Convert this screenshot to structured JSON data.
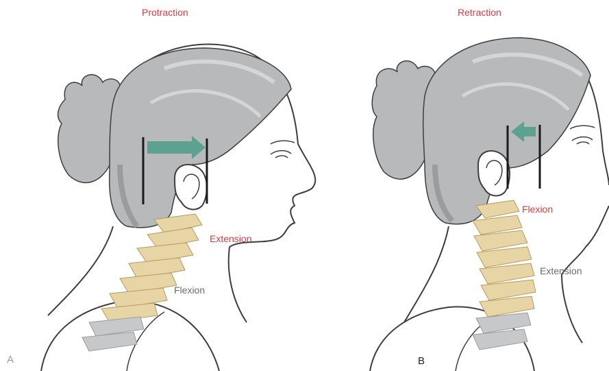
{
  "panel_a": {
    "title": "Protraction",
    "label_red": "Extension",
    "label_gray": "Flexion",
    "letter": "A",
    "arrow_direction": "right"
  },
  "panel_b": {
    "title": "Retraction",
    "label_red": "Flexion",
    "label_gray": "Extension",
    "letter": "B",
    "arrow_direction": "left"
  },
  "colors": {
    "hair": "#b7b9bb",
    "hair_dark": "#9a9c9e",
    "outline": "#3d3d3d",
    "bone": "#e7d5a6",
    "bone_dark": "#cdb57a",
    "arrow": "#4e9c8a",
    "red_text": "#e0393e",
    "gray_text": "#6a6a6a"
  }
}
